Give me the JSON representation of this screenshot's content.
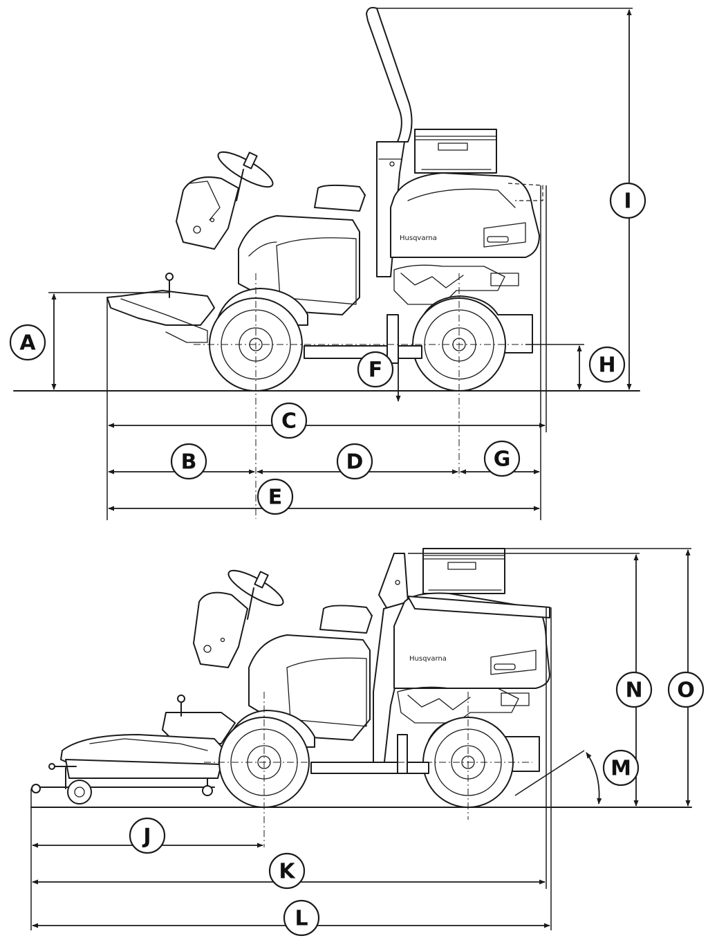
{
  "labels": {
    "A": "A",
    "B": "B",
    "C": "C",
    "D": "D",
    "E": "E",
    "F": "F",
    "G": "G",
    "H": "H",
    "I": "I",
    "J": "J",
    "K": "K",
    "L": "L",
    "M": "M",
    "N": "N",
    "O": "O"
  },
  "brand": "Husqvarna"
}
